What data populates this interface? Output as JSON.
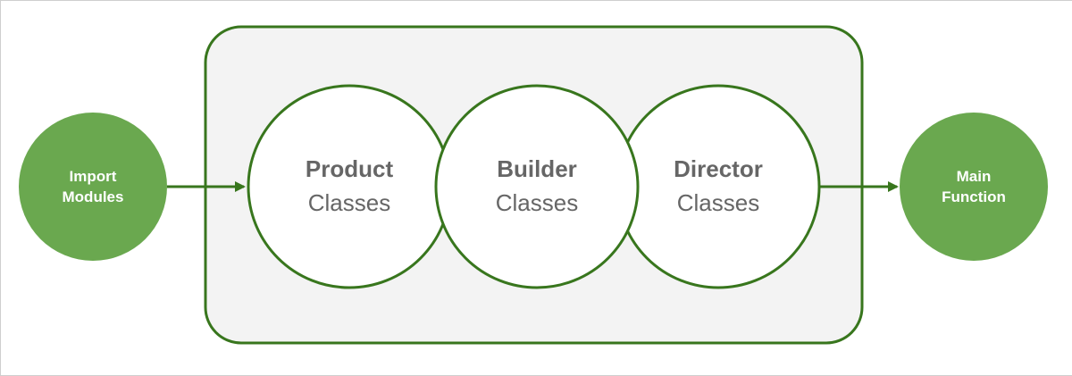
{
  "colors": {
    "primary_green": "#6aa84f",
    "dark_green": "#38761d",
    "container_fill": "#f3f3f3",
    "circle_fill": "#ffffff",
    "text_gray": "#666666",
    "text_white": "#ffffff"
  },
  "input_node": {
    "line1": "Import",
    "line2": "Modules"
  },
  "output_node": {
    "line1": "Main",
    "line2": "Function"
  },
  "inner_nodes": [
    {
      "title": "Product",
      "subtitle": "Classes"
    },
    {
      "title": "Builder",
      "subtitle": "Classes"
    },
    {
      "title": "Director",
      "subtitle": "Classes"
    }
  ]
}
